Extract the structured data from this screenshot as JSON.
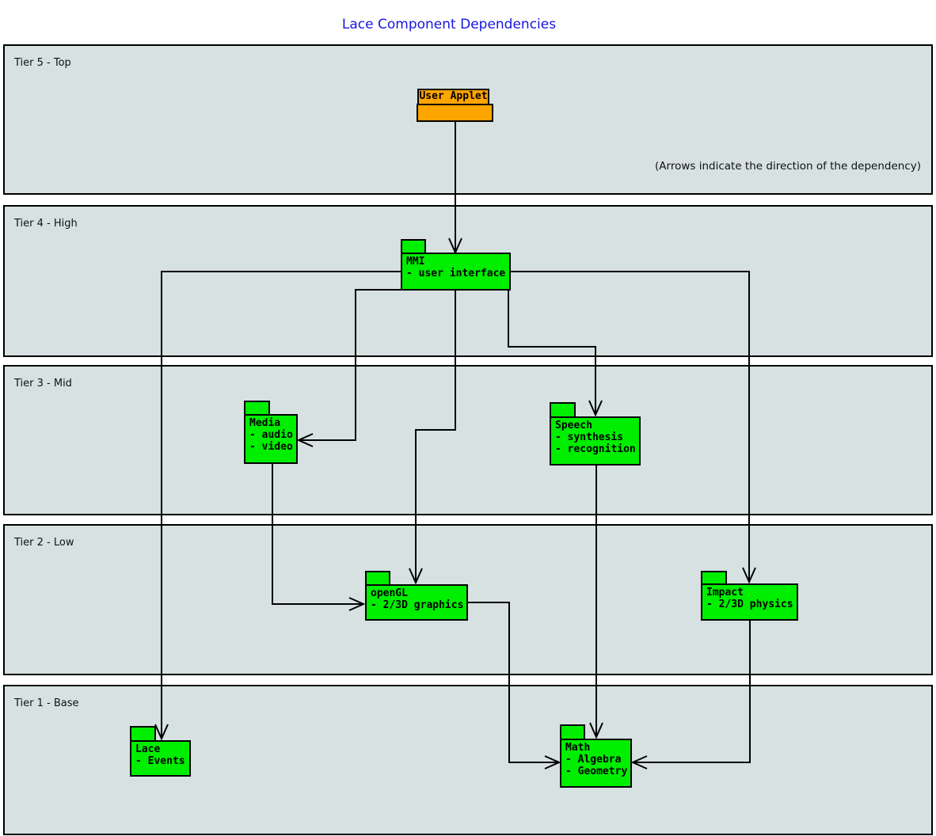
{
  "title": "Lace Component Dependencies",
  "annotation": "(Arrows indicate the direction of the dependency)",
  "colors": {
    "component_green": "#00ee00",
    "user_applet_orange": "#ffa500",
    "tier_fill": "#d7e1e1",
    "title_blue": "#1616dd",
    "line_black": "#000000"
  },
  "tiers": [
    {
      "label": "Tier 5 - Top"
    },
    {
      "label": "Tier 4 - High"
    },
    {
      "label": "Tier 3 - Mid"
    },
    {
      "label": "Tier 2 - Low"
    },
    {
      "label": "Tier 1 - Base"
    }
  ],
  "components": {
    "user_applet": {
      "name": "User Applet"
    },
    "mmi": {
      "name": "MMI",
      "lines": [
        "- user interface"
      ]
    },
    "media": {
      "name": "Media",
      "lines": [
        "- audio",
        "- video"
      ]
    },
    "speech": {
      "name": "Speech",
      "lines": [
        "- synthesis",
        "- recognition"
      ]
    },
    "opengl": {
      "name": "openGL",
      "lines": [
        "- 2/3D graphics"
      ]
    },
    "impact": {
      "name": "Impact",
      "lines": [
        "- 2/3D physics"
      ]
    },
    "lace": {
      "name": "Lace",
      "lines": [
        "- Events"
      ]
    },
    "math": {
      "name": "Math",
      "lines": [
        "- Algebra",
        "- Geometry"
      ]
    }
  },
  "dependencies": [
    {
      "from": "User Applet",
      "to": "MMI"
    },
    {
      "from": "MMI",
      "to": "Lace"
    },
    {
      "from": "MMI",
      "to": "Media"
    },
    {
      "from": "MMI",
      "to": "openGL"
    },
    {
      "from": "MMI",
      "to": "Speech"
    },
    {
      "from": "MMI",
      "to": "Impact"
    },
    {
      "from": "Media",
      "to": "openGL"
    },
    {
      "from": "Speech",
      "to": "Math"
    },
    {
      "from": "openGL",
      "to": "Math"
    },
    {
      "from": "Impact",
      "to": "Math"
    }
  ]
}
